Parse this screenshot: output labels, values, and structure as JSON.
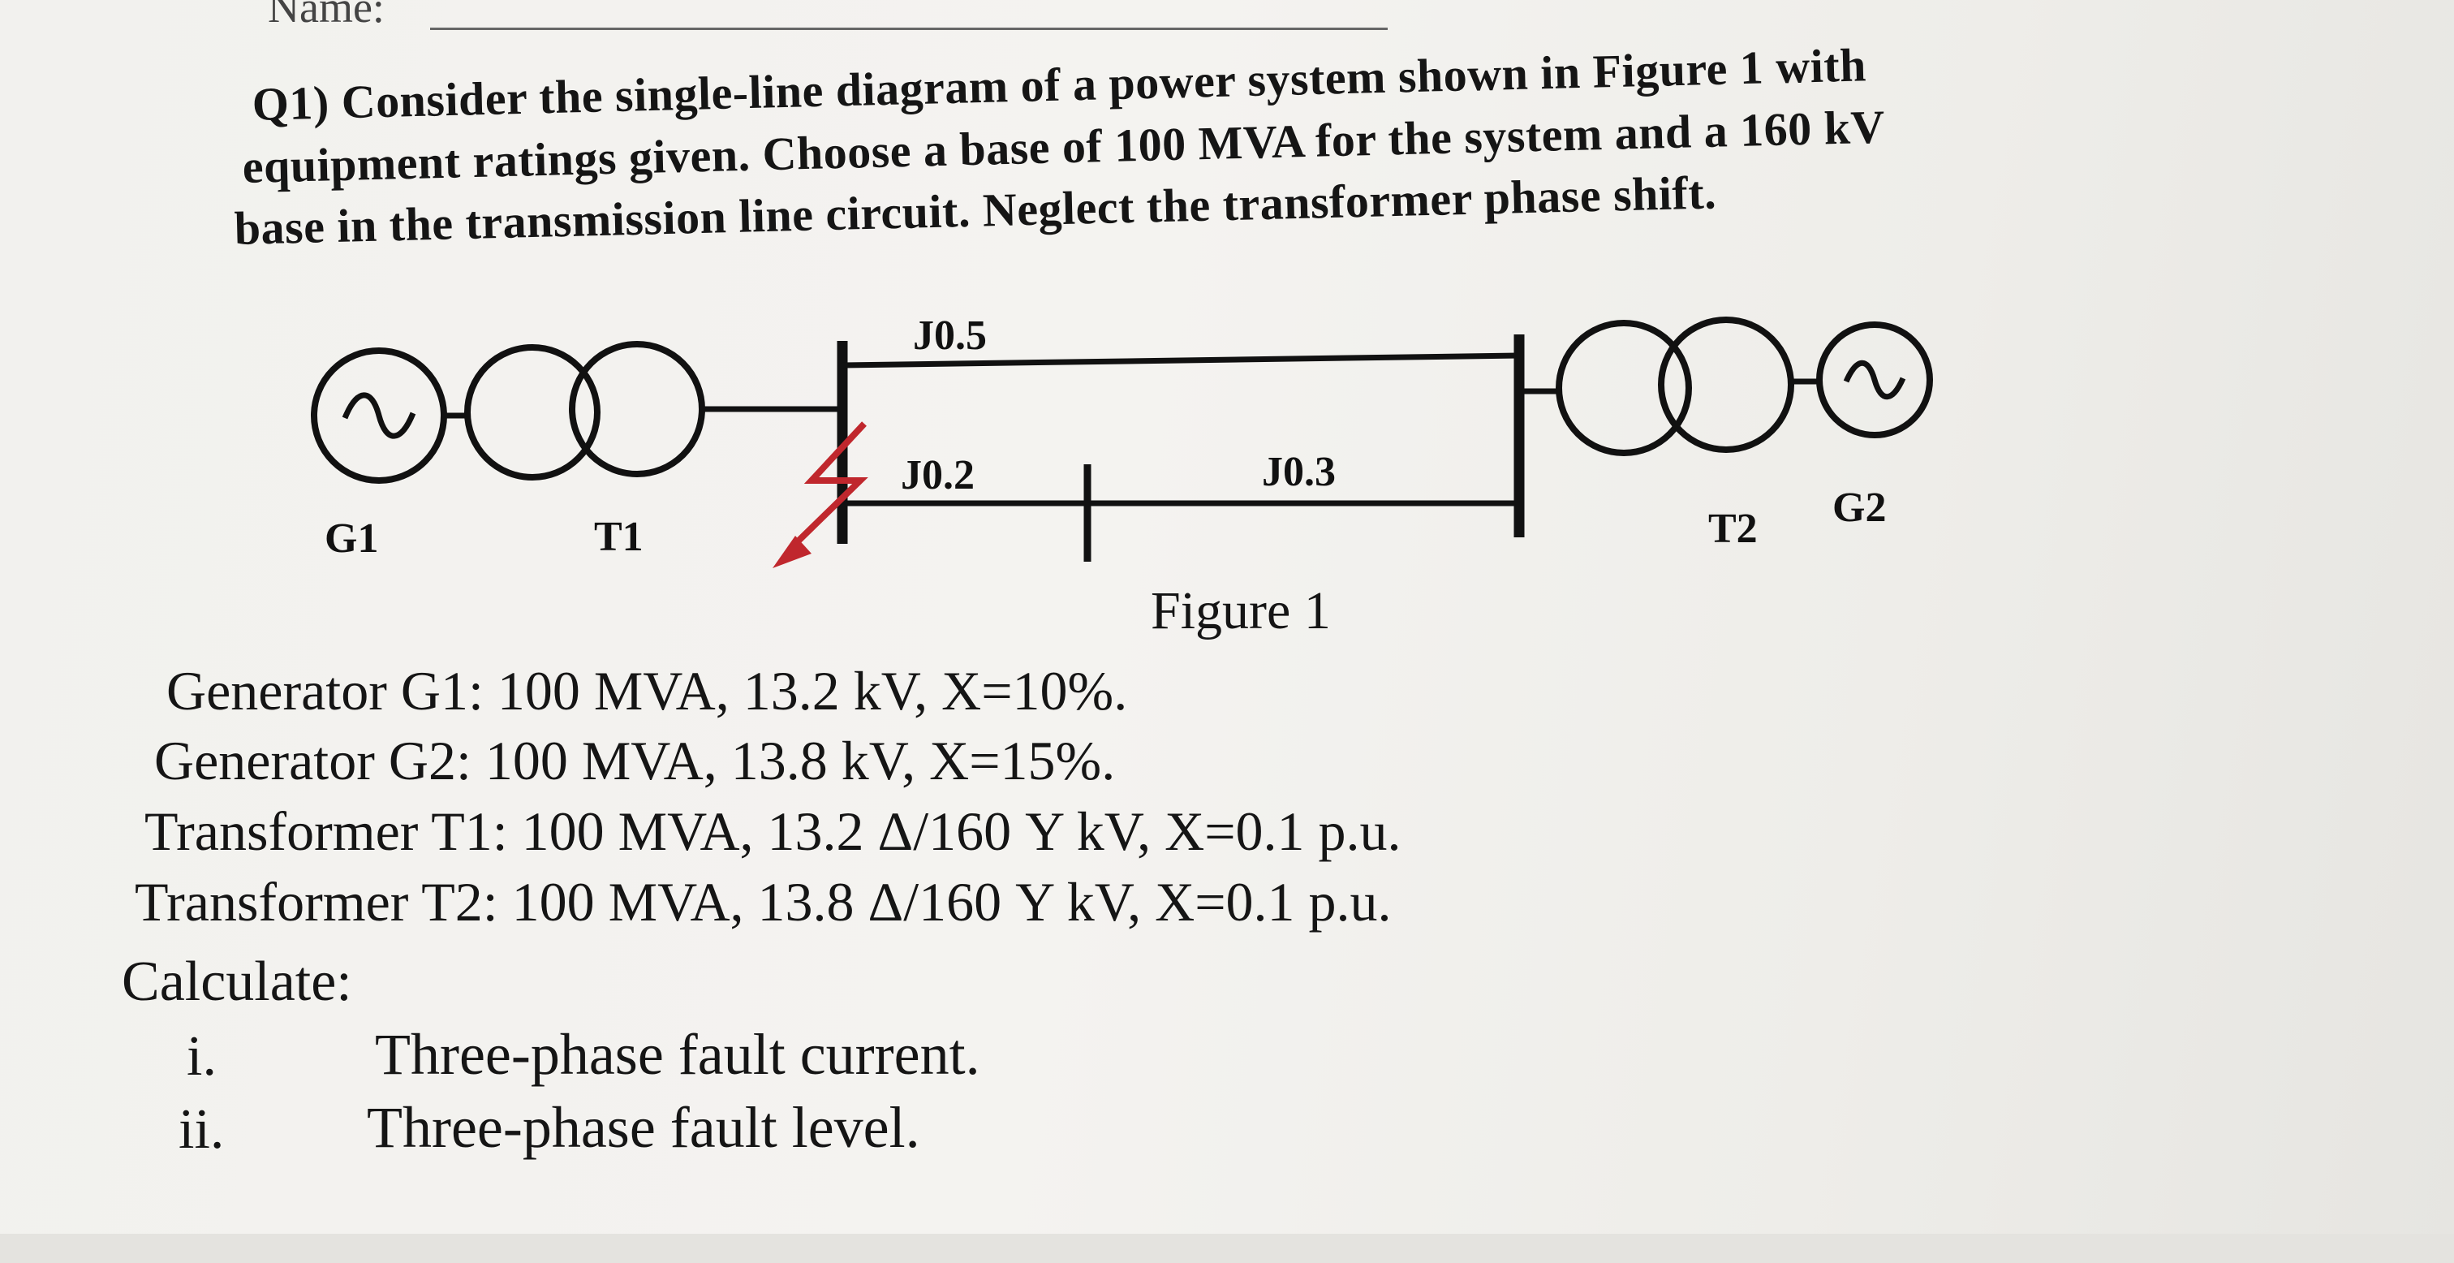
{
  "header": {
    "name_label": "Name:"
  },
  "question": {
    "lines": [
      "Q1) Consider the single-line diagram of a power system shown in Figure 1 with",
      "equipment ratings given. Choose a base of 100 MVA for the system and a 160 kV",
      "base in the transmission line circuit. Neglect the transformer phase shift."
    ]
  },
  "figure": {
    "caption": "Figure 1",
    "labels": {
      "g1": "G1",
      "t1": "T1",
      "t2": "T2",
      "g2": "G2",
      "line_top": "J0.5",
      "line_left": "J0.2",
      "line_right": "J0.3"
    },
    "colors": {
      "line": "#111111",
      "fault_arrow": "#c0272d"
    }
  },
  "specs": [
    "Generator G1: 100 MVA, 13.2 kV, X=10%.",
    "Generator G2: 100 MVA, 13.8 kV, X=15%.",
    "Transformer T1: 100 MVA, 13.2 Δ/160 Y kV, X=0.1 p.u.",
    "Transformer T2: 100 MVA, 13.8 Δ/160 Y kV, X=0.1 p.u."
  ],
  "calculate": {
    "title": "Calculate:",
    "items": [
      {
        "num": "i.",
        "text": "Three-phase fault current."
      },
      {
        "num": "ii.",
        "text": "Three-phase fault level."
      }
    ]
  }
}
